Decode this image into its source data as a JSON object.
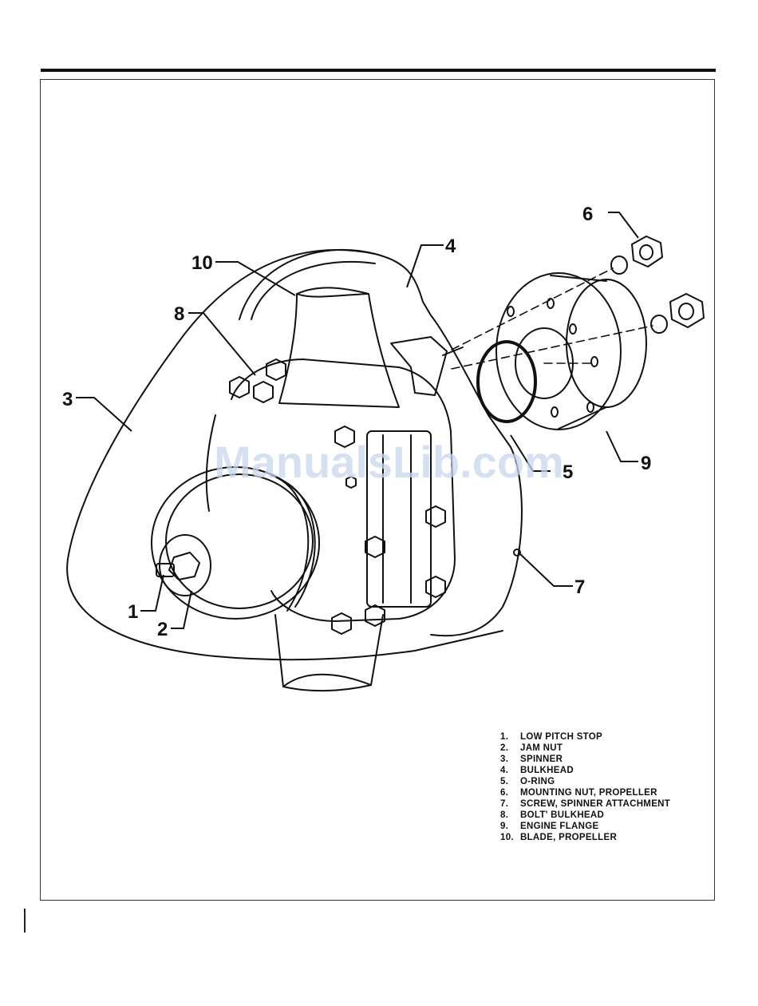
{
  "watermark": "ManualsLib.com",
  "callouts": [
    {
      "id": "1",
      "text": "1"
    },
    {
      "id": "2",
      "text": "2"
    },
    {
      "id": "3",
      "text": "3"
    },
    {
      "id": "4",
      "text": "4"
    },
    {
      "id": "5",
      "text": "5"
    },
    {
      "id": "6",
      "text": "6"
    },
    {
      "id": "7",
      "text": "7"
    },
    {
      "id": "8",
      "text": "8"
    },
    {
      "id": "9",
      "text": "9"
    },
    {
      "id": "10",
      "text": "10"
    }
  ],
  "legend": [
    {
      "num": "1.",
      "label": "LOW PITCH STOP"
    },
    {
      "num": "2.",
      "label": "JAM NUT"
    },
    {
      "num": "3.",
      "label": "SPINNER"
    },
    {
      "num": "4.",
      "label": "BULKHEAD"
    },
    {
      "num": "5.",
      "label": "O-RING"
    },
    {
      "num": "6.",
      "label": "MOUNTING NUT, PROPELLER"
    },
    {
      "num": "7.",
      "label": "SCREW, SPINNER ATTACHMENT"
    },
    {
      "num": "8.",
      "label": "BOLT' BULKHEAD"
    },
    {
      "num": "9.",
      "label": "ENGINE FLANGE"
    },
    {
      "num": "10.",
      "label": "BLADE, PROPELLER"
    }
  ]
}
